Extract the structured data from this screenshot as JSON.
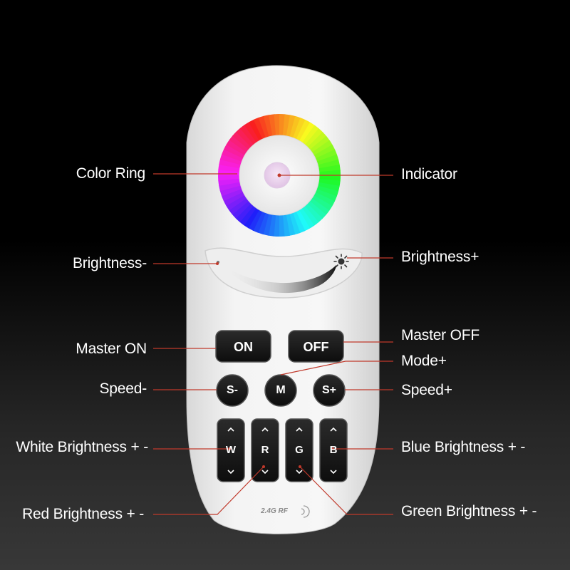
{
  "callouts": {
    "color_ring": "Color Ring",
    "indicator": "Indicator",
    "brightness_minus": "Brightness-",
    "brightness_plus": "Brightness+",
    "master_on": "Master ON",
    "master_off": "Master OFF",
    "mode_plus": "Mode+",
    "speed_minus": "Speed-",
    "speed_plus": "Speed+",
    "white_brightness": "White Brightness + -",
    "blue_brightness": "Blue Brightness + -",
    "red_brightness": "Red Brightness + -",
    "green_brightness": "Green Brightness + -"
  },
  "remote": {
    "buttons": {
      "on": "ON",
      "off": "OFF",
      "speed_minus": "S-",
      "mode": "M",
      "speed_plus": "S+"
    },
    "channels": [
      "W",
      "R",
      "G",
      "B"
    ],
    "rf_label": "2.4G RF"
  },
  "colors": {
    "callout_line": "#c0392b",
    "remote_body": "#f2f2f2",
    "button": "#1a1a1a",
    "label_text": "#ffffff"
  }
}
